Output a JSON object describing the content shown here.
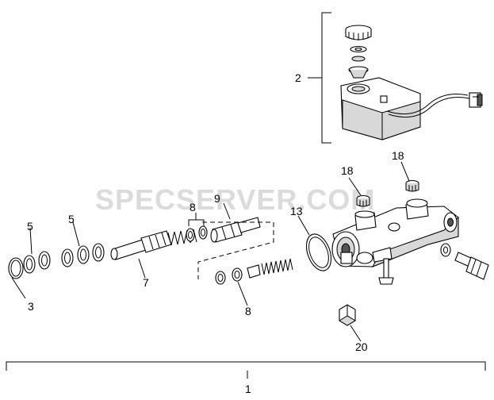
{
  "watermark": "SPECSERVER.COM",
  "callouts": {
    "c1": "1",
    "c2": "2",
    "c3": "3",
    "c5a": "5",
    "c5b": "5",
    "c7": "7",
    "c8a": "8",
    "c8b": "8",
    "c9": "9",
    "c13": "13",
    "c18a": "18",
    "c18b": "18",
    "c20": "20"
  },
  "colors": {
    "line": "#000000",
    "watermark": "#cfcfcf",
    "shade": "#d8d8d8"
  }
}
